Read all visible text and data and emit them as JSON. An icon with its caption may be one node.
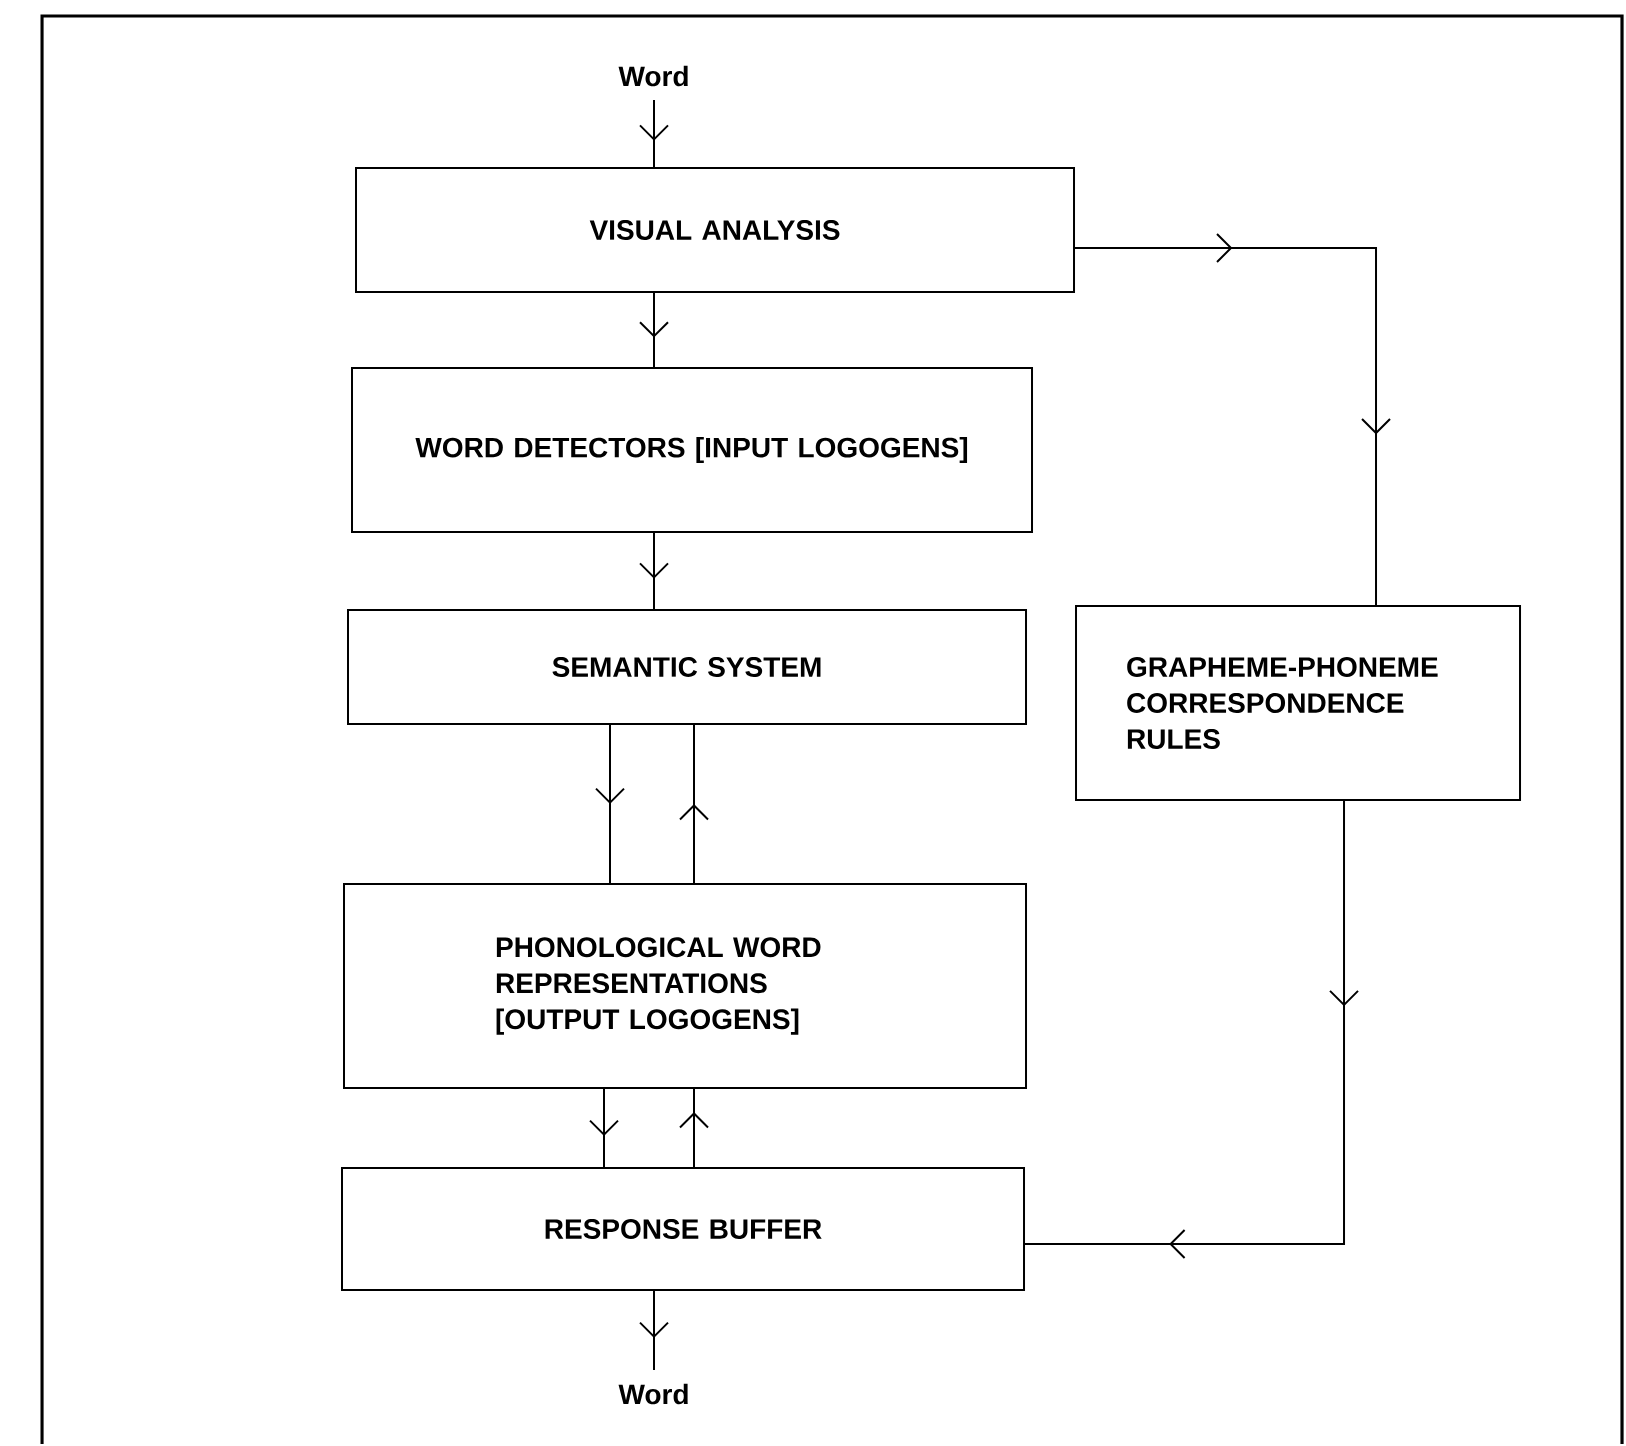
{
  "diagram": {
    "nodes": [
      {
        "text": [
          "Word"
        ]
      },
      {
        "text": [
          "VISUAL ANALYSIS"
        ]
      },
      {
        "text": [
          "WORD DETECTORS [INPUT LOGOGENS]"
        ]
      },
      {
        "text": [
          "SEMANTIC SYSTEM"
        ]
      },
      {
        "text": [
          "GRAPHEME-PHONEME CORRESPONDENCE RULES"
        ]
      },
      {
        "text": [
          "PHONOLOGICAL WORD REPRESENTATIONS [OUTPUT LOGOGENS]"
        ]
      },
      {
        "text": [
          "RESPONSE BUFFER"
        ]
      },
      {
        "text": [
          "Word"
        ]
      }
    ],
    "edges": [
      {
        "from": 0,
        "to": 1,
        "arrow": "to"
      },
      {
        "from": 1,
        "to": 2,
        "arrow": "to"
      },
      {
        "from": 2,
        "to": 3,
        "arrow": "to"
      },
      {
        "from": 1,
        "to": 4,
        "arrow": "to"
      },
      {
        "from": 3,
        "to": 5,
        "arrow": "to"
      },
      {
        "from": 5,
        "to": 3,
        "arrow": "to"
      },
      {
        "from": 4,
        "to": 6,
        "arrow": "to"
      },
      {
        "from": 5,
        "to": 6,
        "arrow": "to"
      },
      {
        "from": 6,
        "to": 5,
        "arrow": "to"
      },
      {
        "from": 6,
        "to": 7,
        "arrow": "to"
      }
    ]
  }
}
